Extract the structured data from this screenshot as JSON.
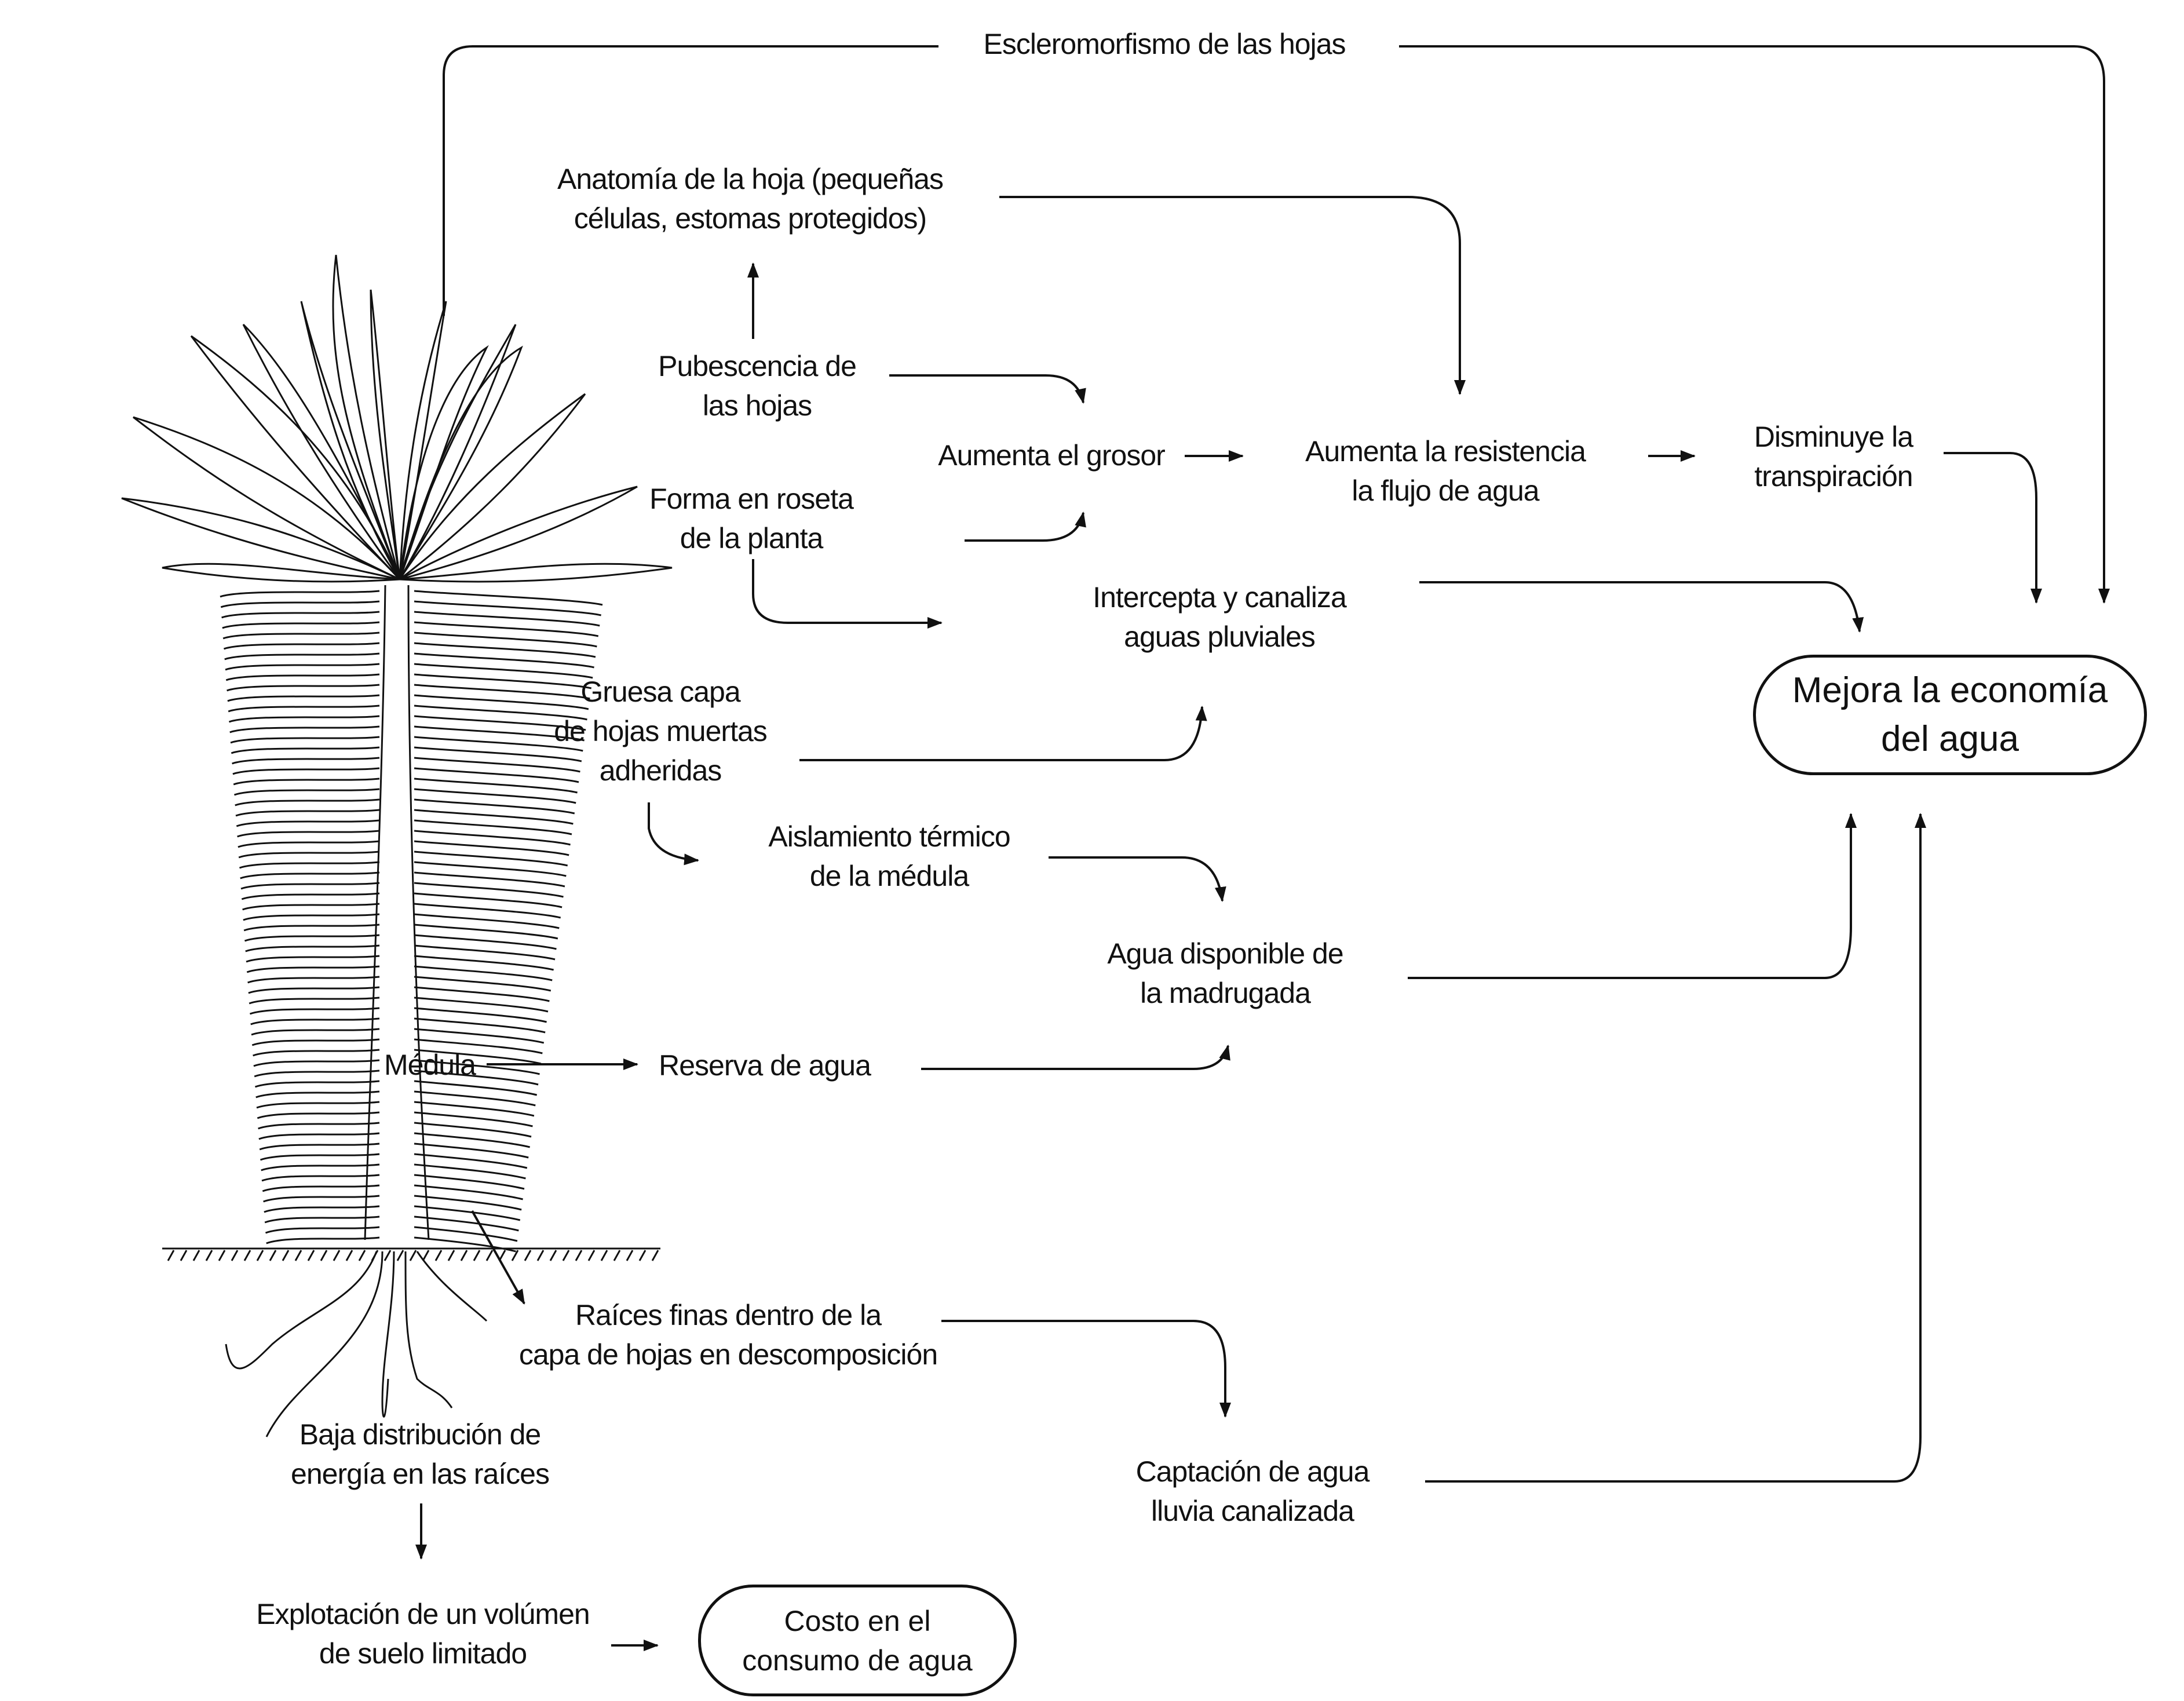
{
  "diagram": {
    "title": "Adaptaciones de la planta en roseta para la economía del agua",
    "nodes": {
      "esclero": "Escleromorfismo de las hojas",
      "anatomia": "Anatomía de la hoja (pequeñas\ncélulas, estomas protegidos)",
      "pubescencia": "Pubescencia de\nlas hojas",
      "roseta": "Forma en roseta\nde la planta",
      "grosor": "Aumenta el grosor",
      "resistencia": "Aumenta la resistencia\nla flujo de agua",
      "transpiracion": "Disminuye la\ntranspiración",
      "intercepta": "Intercepta y canaliza\naguas pluviales",
      "gruesa": "Gruesa capa\nde hojas muertas\nadheridas",
      "aislamiento": "Aislamiento térmico\nde la médula",
      "madrugada": "Agua disponible de\nla madrugada",
      "medula": "Médula",
      "reserva": "Reserva de agua",
      "raices": "Raíces finas dentro de la\ncapa de hojas en descomposición",
      "captacion": "Captación de agua\nlluvia canalizada",
      "baja": "Baja distribución de\nenergía en las raíces",
      "explotacion": "Explotación de un volúmen\nde suelo limitado",
      "mejora": "Mejora la economía\ndel agua",
      "costo": "Costo en el\nconsumo de agua"
    },
    "edges": [
      [
        "plant",
        "esclero"
      ],
      [
        "esclero",
        "mejora"
      ],
      [
        "pubescencia",
        "anatomia"
      ],
      [
        "anatomia",
        "resistencia"
      ],
      [
        "pubescencia",
        "grosor"
      ],
      [
        "roseta",
        "grosor"
      ],
      [
        "roseta",
        "intercepta"
      ],
      [
        "grosor",
        "resistencia"
      ],
      [
        "resistencia",
        "transpiracion"
      ],
      [
        "transpiracion",
        "mejora"
      ],
      [
        "intercepta",
        "mejora"
      ],
      [
        "gruesa",
        "intercepta"
      ],
      [
        "gruesa",
        "aislamiento"
      ],
      [
        "aislamiento",
        "madrugada"
      ],
      [
        "madrugada",
        "mejora"
      ],
      [
        "medula",
        "reserva"
      ],
      [
        "reserva",
        "madrugada"
      ],
      [
        "plant",
        "raices"
      ],
      [
        "raices",
        "captacion"
      ],
      [
        "captacion",
        "mejora"
      ],
      [
        "baja",
        "explotacion"
      ],
      [
        "explotacion",
        "costo"
      ]
    ],
    "colors": {
      "ink": "#111111",
      "background": "#ffffff"
    }
  }
}
